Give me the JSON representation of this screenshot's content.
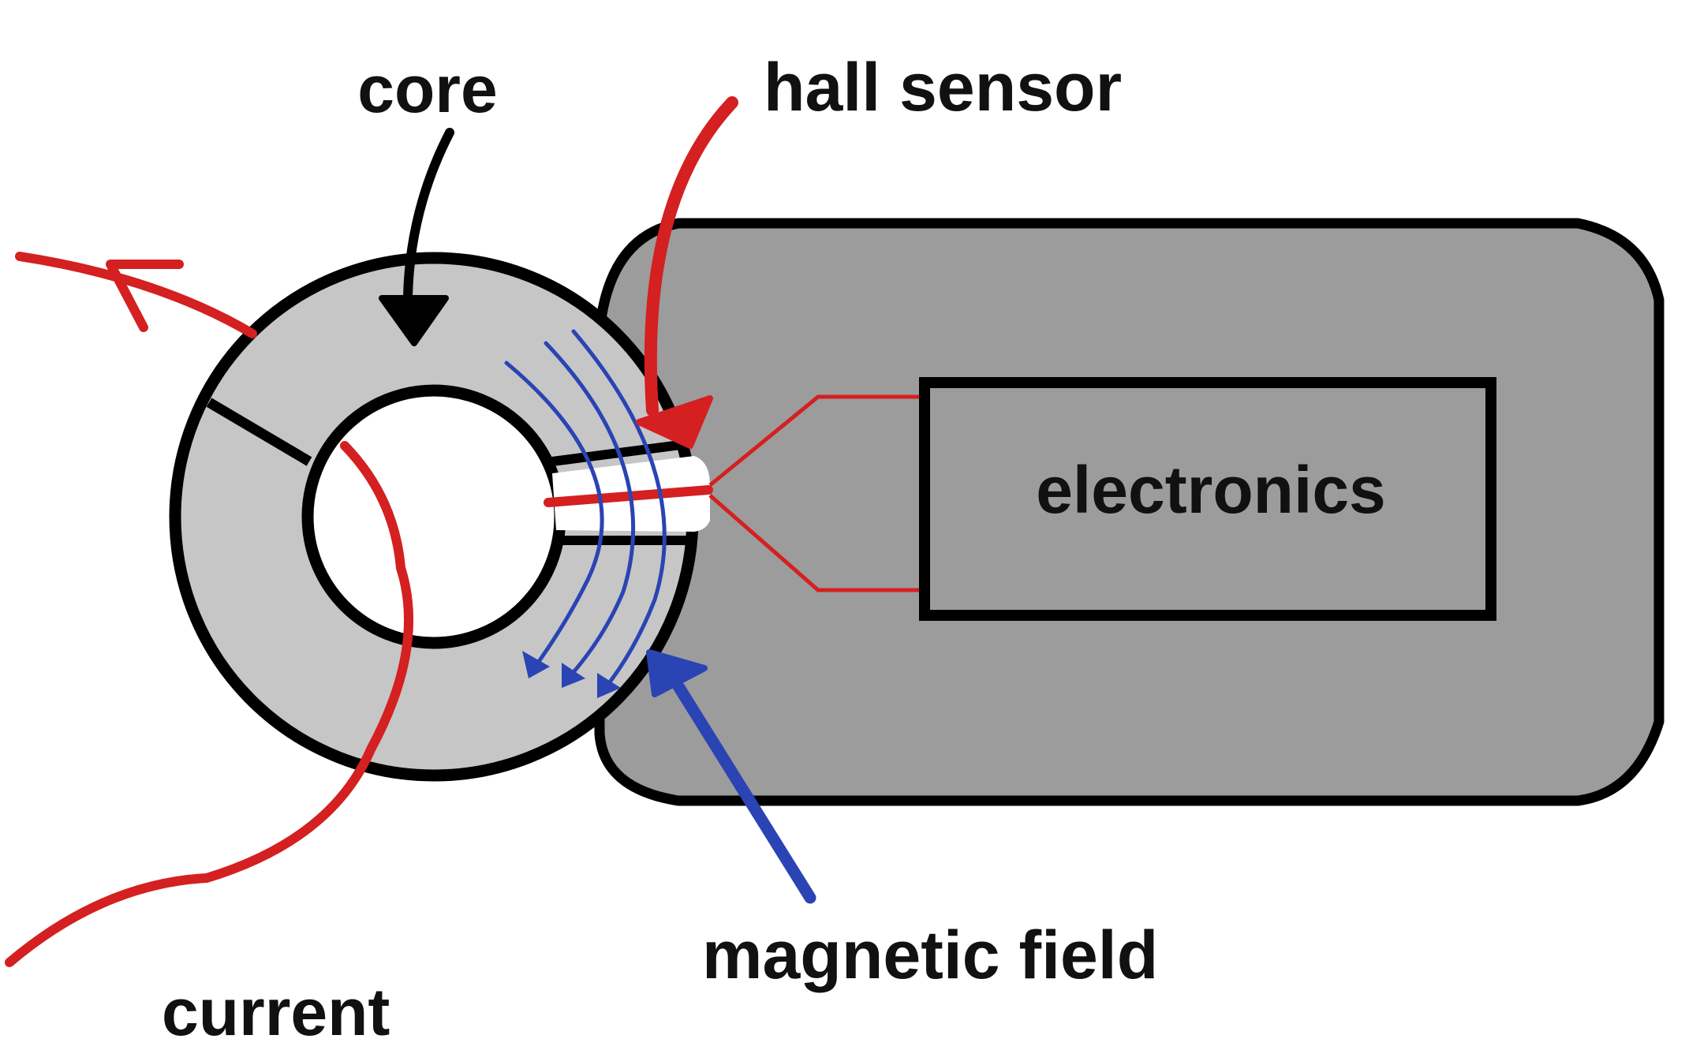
{
  "labels": {
    "core": "core",
    "hall_sensor": "hall sensor",
    "electronics": "electronics",
    "magnetic_field": "magnetic field",
    "current": "current"
  },
  "colors": {
    "outline": "#000000",
    "core_fill": "#c6c6c6",
    "housing_fill": "#9c9c9c",
    "current_red": "#d42020",
    "field_blue": "#2a44b4",
    "background": "#ffffff"
  },
  "icons": {
    "core_pointer": "arrow-down-icon",
    "hall_pointer": "curved-arrow-icon",
    "field_pointer": "arrow-up-left-icon",
    "current_direction": "arrowhead-icon"
  }
}
